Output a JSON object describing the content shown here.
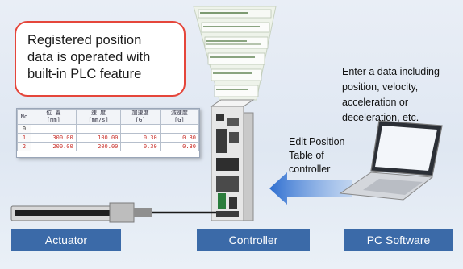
{
  "callout": {
    "lines": [
      "Registered position",
      "data is operated with",
      "built-in PLC feature"
    ]
  },
  "pc_note": {
    "lines": [
      "Enter a data including",
      "position, velocity,",
      "acceleration or",
      "deceleration, etc."
    ]
  },
  "edit_note": {
    "lines": [
      "Edit Position",
      "Table of",
      "controller"
    ]
  },
  "table": {
    "headers": [
      "No",
      "位 置\n[mm]",
      "速 度\n[mm/s]",
      "加速度\n[G]",
      "減速度\n[G]"
    ],
    "rows": [
      [
        "0",
        "",
        "",
        "",
        ""
      ],
      [
        "1",
        "300.00",
        "100.00",
        "0.30",
        "0.30"
      ],
      [
        "2",
        "200.00",
        "200.00",
        "0.30",
        "0.30"
      ]
    ]
  },
  "labels": {
    "actuator": "Actuator",
    "controller": "Controller",
    "pc_software": "PC Software"
  },
  "colors": {
    "callout_border": "#e5463b",
    "label_bg": "#3b6aa8",
    "arrow": "#4f86d6"
  }
}
